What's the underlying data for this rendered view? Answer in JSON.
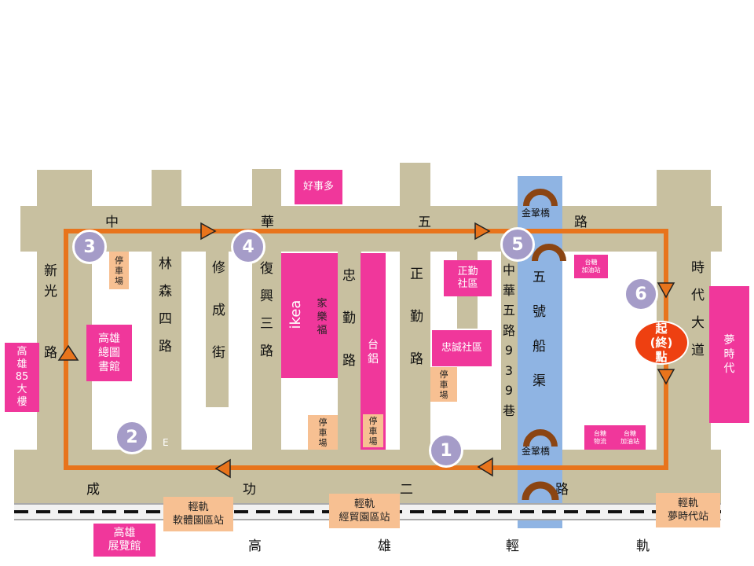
{
  "roads": {
    "north": [
      "中",
      "華",
      "五",
      "路"
    ],
    "south": [
      "成",
      "功",
      "二",
      "路"
    ],
    "xinguang": "新\n光\n\n\n路",
    "linsen": "林\n\n森\n\n四\n\n路",
    "xiucheng": "修\n\n成\n\n街",
    "fuxing": "復\n\n興\n\n三\n\n路",
    "zhongqin": "忠\n\n勤\n\n路",
    "zhengqin": "正\n\n勤\n\n路",
    "lane": "中\n華\n五\n路\n9\n3\n9\n巷",
    "canal": "五\n\n號\n\n船\n\n渠",
    "shidai": "時\n\n代\n\n大\n\n道",
    "linsen_suffix": "E"
  },
  "places": {
    "kaohsiung85": "高\n雄\n85\n大\n樓",
    "library": "高雄\n總圖\n書館",
    "parking1": "停\n車\n場",
    "haoshiduo": "好事多",
    "ikea": "ikea",
    "carrefour": "家\n樂\n福",
    "parking2": "停\n車\n場",
    "taisu": "台\n鋁",
    "parking3": "停\n車\n場",
    "zhengqin_community": "正勤\n社區",
    "zhongcheng_community": "忠誠社區",
    "parking4": "停\n車\n場",
    "gas_station_top": "台糖\n加油站",
    "taiwan_logistics": "台糖\n物流",
    "gas_station_bottom": "台糖\n加油站",
    "dream_mall": "夢\n時\n代",
    "exhibition_center": "高雄\n展覽館",
    "bridge_top": "金鞏橋",
    "bridge_bottom": "金鞏橋"
  },
  "light_rail": {
    "stations": [
      "輕軌\n軟體園區站",
      "輕軌\n經貿園區站",
      "輕軌\n夢時代站"
    ],
    "line_label": [
      "高",
      "雄",
      "輕",
      "軌"
    ]
  },
  "route": {
    "color": "#e8741c",
    "start_label": "起\n(終)\n點",
    "checkpoints": [
      "1",
      "2",
      "3",
      "4",
      "5",
      "6"
    ]
  },
  "colors": {
    "road": "#c8c0a0",
    "canal": "#8fb4e3",
    "building": "#f0379b",
    "parking": "#f7c092",
    "checkpoint": "#a59cc8",
    "start": "#ee4011",
    "bridge": "#8b4513"
  }
}
